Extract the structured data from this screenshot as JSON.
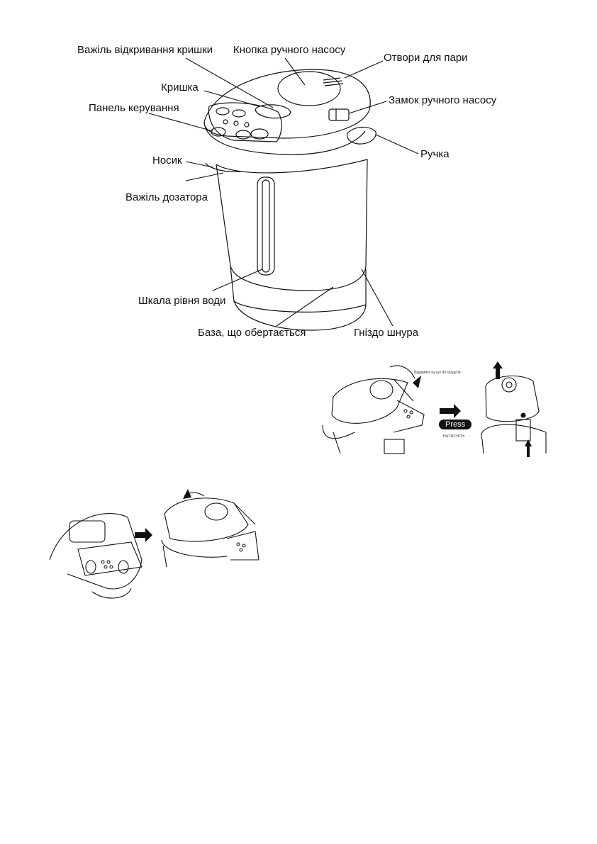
{
  "labels": {
    "lid_lever": "Важіль відкривання кришки",
    "pump_button": "Кнопка ручного насосу",
    "steam_vents": "Отвори для пари",
    "lid": "Кришка",
    "pump_lock": "Замок ручного насосу",
    "control_panel": "Панель керування",
    "handle": "Ручка",
    "spout": "Носик",
    "dispense_lever": "Важіль дозатора",
    "water_gauge": "Шкала рівня води",
    "rotating_base": "База, що обертається",
    "cord_socket": "Гніздо шнура"
  },
  "figure2": {
    "caption": "Відкрийте на кут 45 градусів",
    "press": "Press",
    "press_sub": "НАТИСНІТЬ"
  },
  "colors": {
    "ink": "#111111",
    "paper": "#ffffff"
  }
}
